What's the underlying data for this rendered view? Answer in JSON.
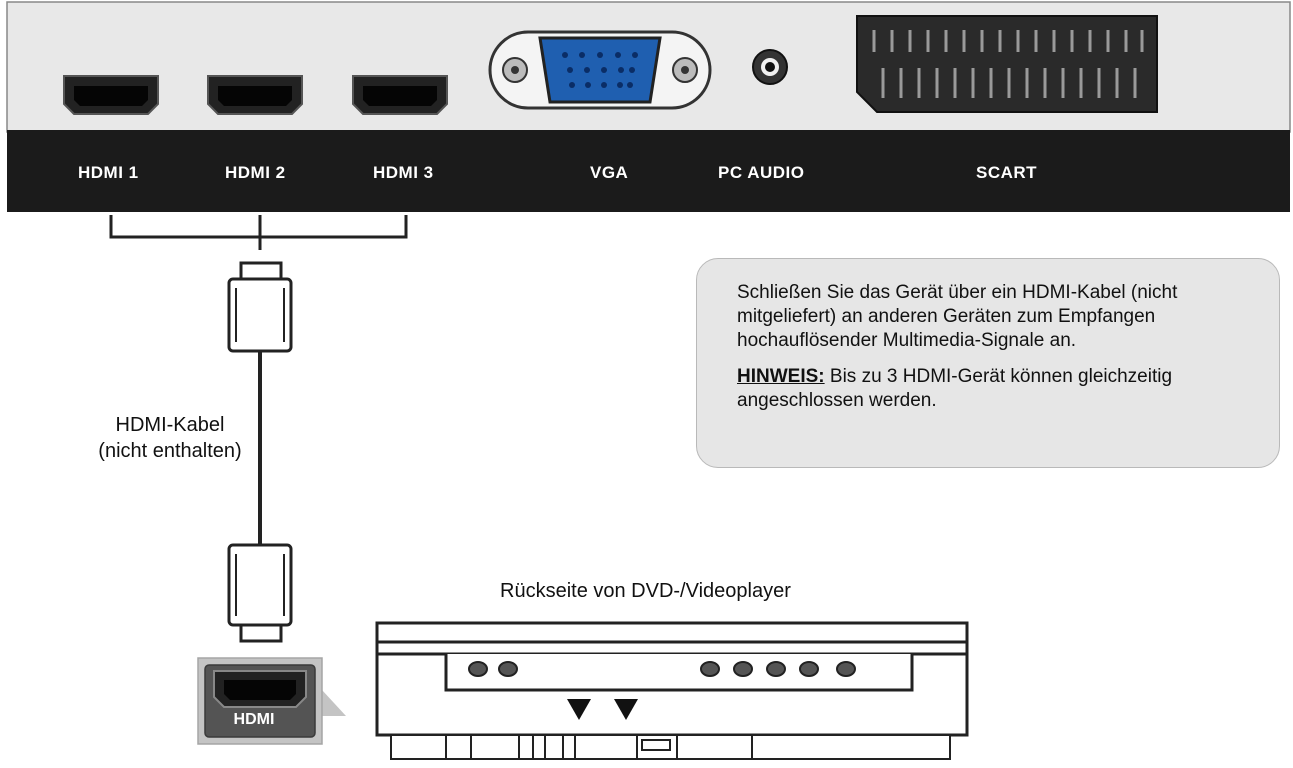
{
  "panel": {
    "ports": {
      "hdmi1": "HDMI 1",
      "hdmi2": "HDMI 2",
      "hdmi3": "HDMI 3",
      "vga": "VGA",
      "pc_audio": "PC AUDIO",
      "scart": "SCART"
    }
  },
  "cable": {
    "label_line1": "HDMI-Kabel",
    "label_line2": "(nicht enthalten)"
  },
  "dvd_player": {
    "label": "Rückseite von DVD-/Videoplayer",
    "hdmi_jack_label": "HDMI"
  },
  "note": {
    "text": "Schließen Sie das Gerät über ein HDMI-Kabel (nicht mitgeliefert) an anderen Geräten zum Empfangen hochauflösender Multimedia-Signale an.",
    "hint_label": "HINWEIS:",
    "hint_text": "Bis zu 3 HDMI-Gerät können gleichzeitig angeschlossen werden."
  },
  "colors": {
    "panel_top": "#e8e8e8",
    "panel_bar": "#1b1b1b",
    "vga_blue": "#1f5fb0",
    "note_background": "#e6e6e6"
  },
  "icons": [
    "hdmi-port-icon",
    "vga-port-icon",
    "audio-jack-icon",
    "scart-port-icon",
    "hdmi-plug-icon",
    "dvd-player-icon"
  ]
}
